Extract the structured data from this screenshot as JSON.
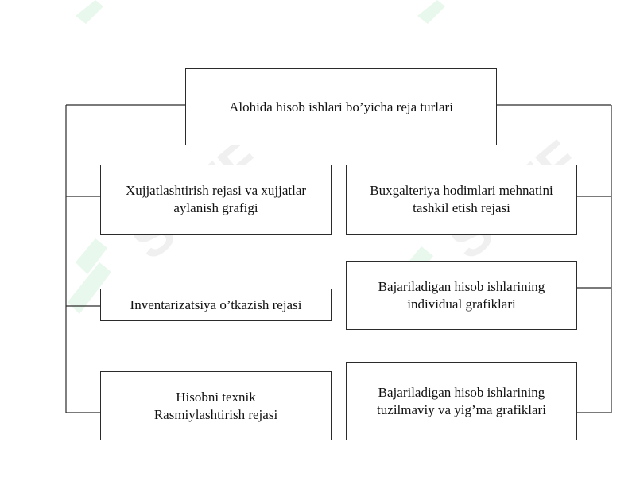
{
  "diagram": {
    "root": {
      "label": "Alohida hisob ishlari bo’yicha reja turlari"
    },
    "left_items": [
      {
        "label": "Xujjatlashtirish rejasi va xujjatlar\naylanish grafigi"
      },
      {
        "label": "Inventarizatsiya o’tkazish rejasi"
      },
      {
        "label": "Hisobni texnik\nRasmiylashtirish rejasi"
      }
    ],
    "right_items": [
      {
        "label": "Buxgalteriya hodimlari mehnatini\ntashkil etish rejasi"
      },
      {
        "label": "Bajariladigan hisob ishlarining\nindividual grafiklari"
      },
      {
        "label": "Bajariladigan hisob ishlarining\ntuzilmaviy va yig’ma grafiklari"
      }
    ]
  },
  "colors": {
    "border": "#2b2b2b",
    "text": "#111111",
    "watermark_green": "#4cc46a",
    "watermark_gray": "#8a8a8a"
  },
  "watermark": {
    "text": "SOFF",
    "icon": "soff-logo-icon"
  }
}
